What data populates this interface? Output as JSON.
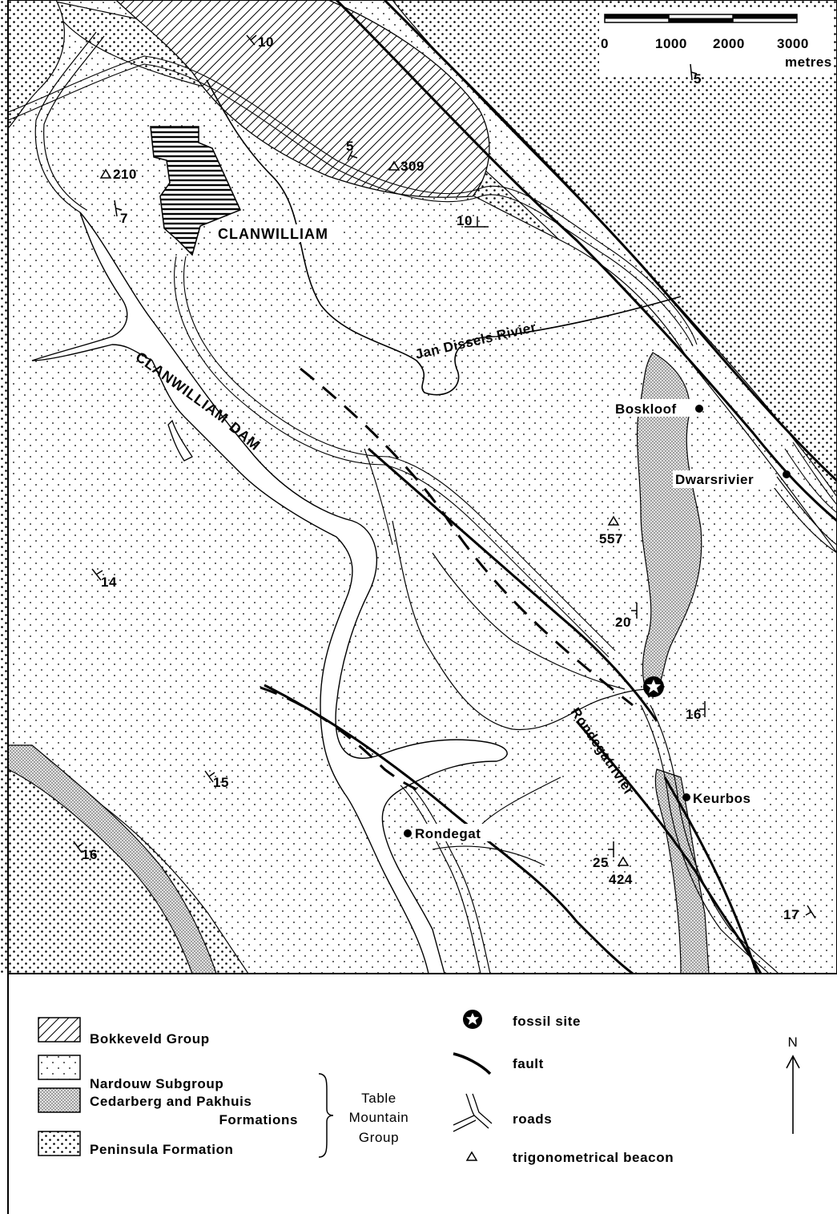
{
  "scale": {
    "ticks": [
      "0",
      "1000",
      "2000",
      "3000"
    ],
    "unit": "metres"
  },
  "places": {
    "clanwilliam": "CLANWILLIAM",
    "clanwilliam_dam_1": "CLANWILLIAM",
    "clanwilliam_dam_2": "DAM",
    "jan_dissels_rivier": "Jan Dissels Rivier",
    "boskloof": "Boskloof",
    "dwarsrivier": "Dwarsrivier",
    "keurbos": "Keurbos",
    "rondegat": "Rondegat",
    "rondegatrivier": "Rondegatrivier"
  },
  "beacons": [
    {
      "id": "b210",
      "label": "210"
    },
    {
      "id": "b309",
      "label": "309"
    },
    {
      "id": "b557",
      "label": "557"
    },
    {
      "id": "b424",
      "label": "424"
    }
  ],
  "dips": [
    {
      "id": "d10a",
      "label": "10"
    },
    {
      "id": "d5a",
      "label": "5"
    },
    {
      "id": "d5b",
      "label": "5"
    },
    {
      "id": "d7",
      "label": "7"
    },
    {
      "id": "d10b",
      "label": "10"
    },
    {
      "id": "d14",
      "label": "14"
    },
    {
      "id": "d20",
      "label": "20"
    },
    {
      "id": "d16a",
      "label": "16"
    },
    {
      "id": "d15",
      "label": "15"
    },
    {
      "id": "d25",
      "label": "25"
    },
    {
      "id": "d16b",
      "label": "16"
    },
    {
      "id": "d17",
      "label": "17"
    }
  ],
  "legend": {
    "bokkeveld": "Bokkeveld Group",
    "nardouw": "Nardouw Subgroup",
    "cedarberg_1": "Cedarberg and Pakhuis",
    "cedarberg_2": "Formations",
    "peninsula": "Peninsula Formation",
    "tmg_1": "Table",
    "tmg_2": "Mountain",
    "tmg_3": "Group",
    "fossil": "fossil site",
    "fault": "fault",
    "roads": "roads",
    "trig": "trigonometrical beacon",
    "north": "N"
  }
}
